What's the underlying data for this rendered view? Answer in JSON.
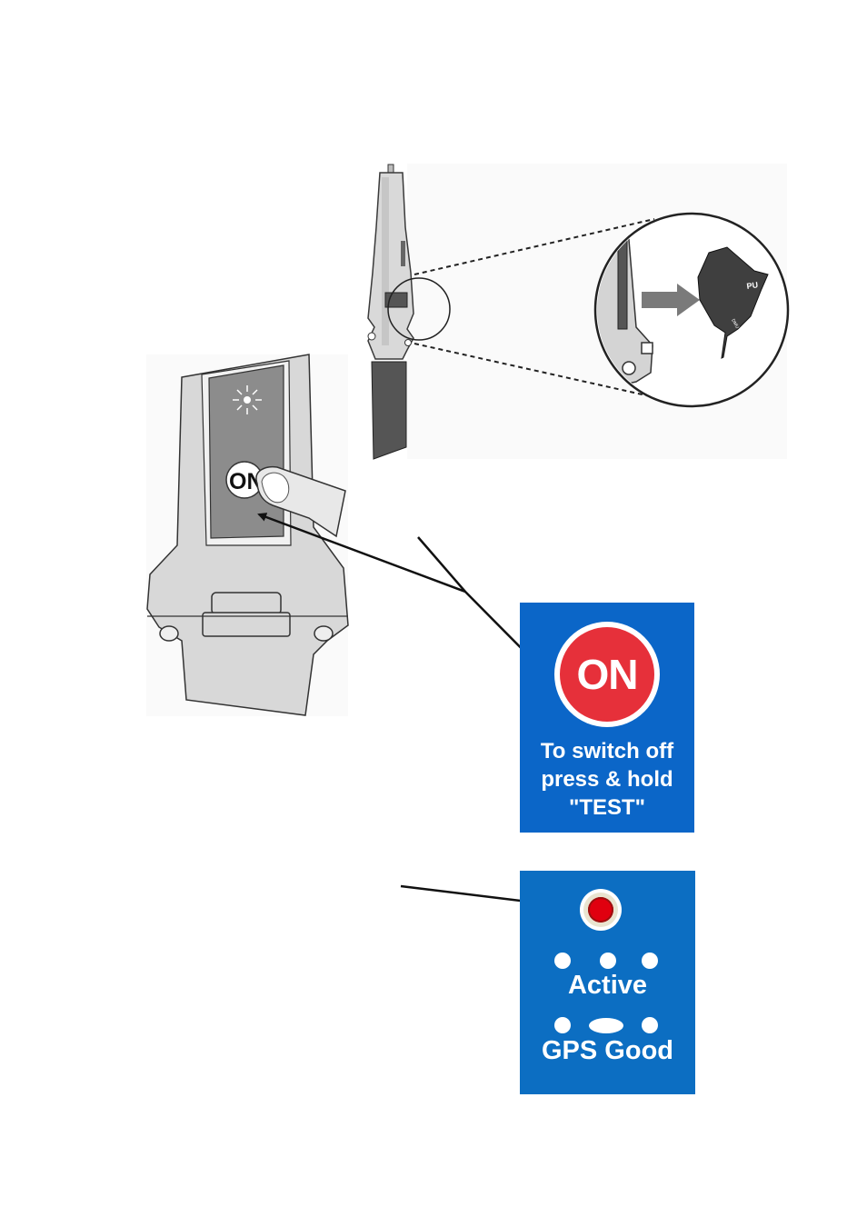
{
  "on_panel": {
    "button_label": "ON",
    "instruction_lines": [
      "To switch off",
      "press & hold",
      "\"TEST\""
    ],
    "background_color": "#0b66c8",
    "button_color": "#e6303a"
  },
  "status_panel": {
    "active_label": "Active",
    "gps_label": "GPS Good",
    "background_color": "#0c6ec2",
    "led_color": "#e0000f"
  },
  "device": {
    "button_label": "ON",
    "icons": [
      "light-burst-icon",
      "finger-icon",
      "cable-clip-icon",
      "push-arrow-icon"
    ]
  },
  "inset": {
    "tab_text_1": "PU",
    "tab_text_2": "DMU"
  }
}
